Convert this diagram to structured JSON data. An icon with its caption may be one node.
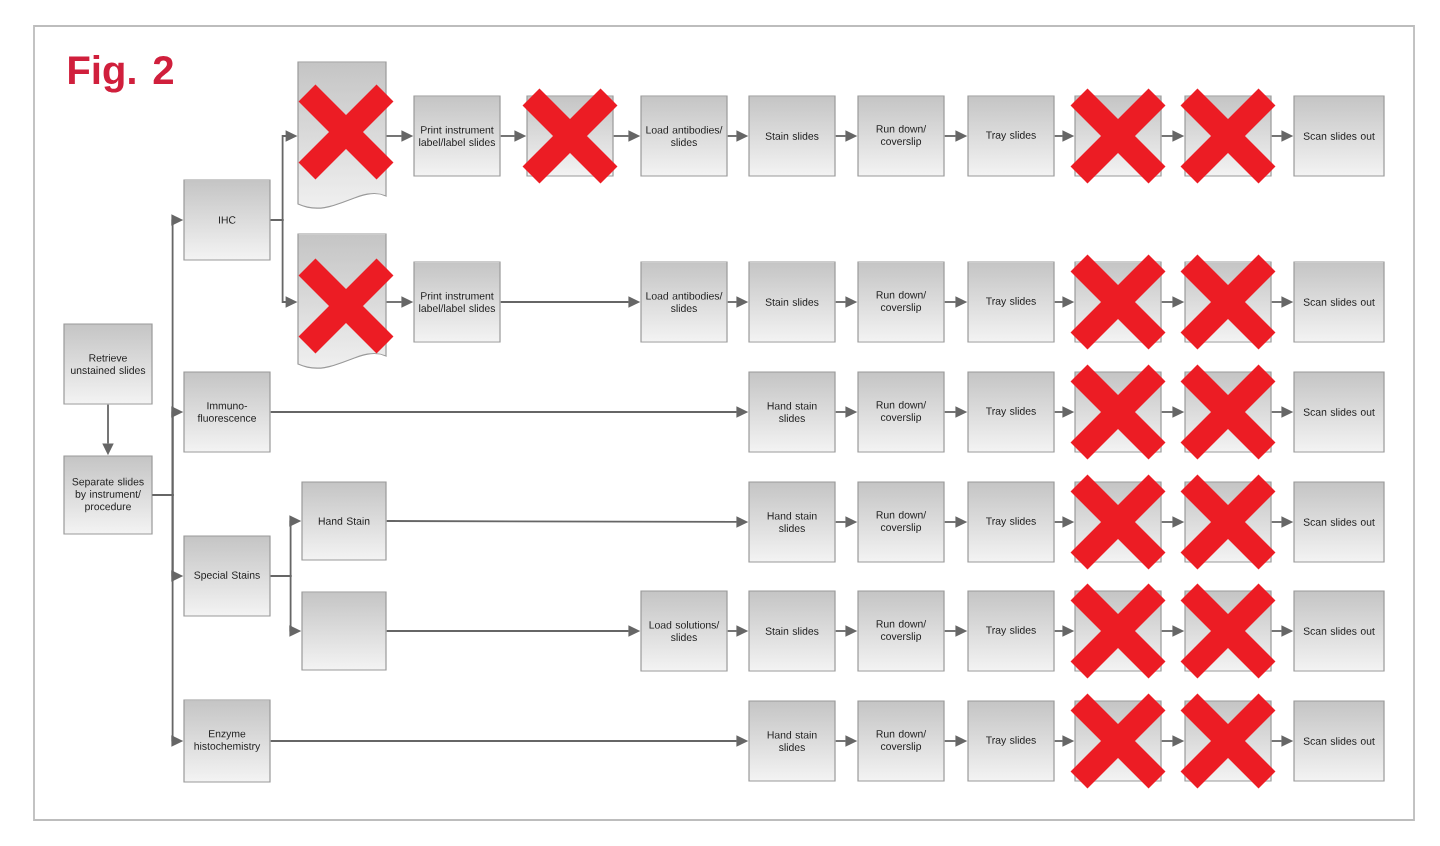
{
  "diagram": {
    "title": "Fig. 2",
    "nodes": [
      {
        "text": [
          "Retrieve unstained slides"
        ]
      },
      {
        "text": [
          "Separate slides by instrument/ procedure"
        ]
      },
      {
        "text": [
          "IHC"
        ]
      },
      {
        "text": [
          "Immuno- fluorescence"
        ]
      },
      {
        "text": [
          "Special Stains"
        ]
      },
      {
        "text": [
          "Enzyme histochemistry"
        ]
      },
      {
        "text": [
          "Hand Stain"
        ]
      },
      {
        "text": [],
        "shape": "box"
      },
      {
        "text": [],
        "shape": "document"
      },
      {
        "text": [
          "Print instrument label/label slides"
        ]
      },
      {
        "text": [],
        "shape": "box"
      },
      {
        "text": [
          "Load antibodies/ slides"
        ]
      },
      {
        "text": [
          "Stain slides"
        ]
      },
      {
        "text": [
          "Run down/ coverslip"
        ]
      },
      {
        "text": [
          "Tray slides"
        ]
      },
      {
        "text": [],
        "shape": "box"
      },
      {
        "text": [],
        "shape": "box"
      },
      {
        "text": [
          "Scan slides out"
        ]
      },
      {
        "text": [],
        "shape": "document"
      },
      {
        "text": [
          "Print instrument label/label slides"
        ]
      },
      {
        "text": [
          "Load antibodies/ slides"
        ]
      },
      {
        "text": [
          "Stain slides"
        ]
      },
      {
        "text": [
          "Run down/ coverslip"
        ]
      },
      {
        "text": [
          "Tray slides"
        ]
      },
      {
        "text": [],
        "shape": "box"
      },
      {
        "text": [],
        "shape": "box"
      },
      {
        "text": [
          "Scan slides out"
        ]
      },
      {
        "text": [
          "Hand stain slides"
        ]
      },
      {
        "text": [
          "Run down/ coverslip"
        ]
      },
      {
        "text": [
          "Tray slides"
        ]
      },
      {
        "text": [],
        "shape": "box"
      },
      {
        "text": [],
        "shape": "box"
      },
      {
        "text": [
          "Scan slides out"
        ]
      },
      {
        "text": [
          "Hand stain slides"
        ]
      },
      {
        "text": [
          "Run down/ coverslip"
        ]
      },
      {
        "text": [
          "Tray slides"
        ]
      },
      {
        "text": [],
        "shape": "box"
      },
      {
        "text": [],
        "shape": "box"
      },
      {
        "text": [
          "Scan slides out"
        ]
      },
      {
        "text": [
          "Load solutions/ slides"
        ]
      },
      {
        "text": [
          "Stain slides"
        ]
      },
      {
        "text": [
          "Run down/ coverslip"
        ]
      },
      {
        "text": [
          "Tray slides"
        ]
      },
      {
        "text": [],
        "shape": "box"
      },
      {
        "text": [],
        "shape": "box"
      },
      {
        "text": [
          "Scan slides out"
        ]
      },
      {
        "text": [
          "Hand stain slides"
        ]
      },
      {
        "text": [
          "Run down/ coverslip"
        ]
      },
      {
        "text": [
          "Tray slides"
        ]
      },
      {
        "text": [],
        "shape": "box"
      },
      {
        "text": [],
        "shape": "box"
      },
      {
        "text": [
          "Scan slides out"
        ]
      }
    ],
    "edges": [
      {
        "from": 0,
        "to": 1,
        "arrow": "to"
      },
      {
        "from": 1,
        "to": 2,
        "arrow": "to"
      },
      {
        "from": 1,
        "to": 3,
        "arrow": "to"
      },
      {
        "from": 1,
        "to": 4,
        "arrow": "to"
      },
      {
        "from": 1,
        "to": 5,
        "arrow": "to"
      },
      {
        "from": 2,
        "to": 8,
        "arrow": "to"
      },
      {
        "from": 2,
        "to": 18,
        "arrow": "to"
      },
      {
        "from": 4,
        "to": 6,
        "arrow": "to"
      },
      {
        "from": 4,
        "to": 7,
        "arrow": "to"
      },
      {
        "from": 8,
        "to": 9,
        "arrow": "to"
      },
      {
        "from": 9,
        "to": 10,
        "arrow": "to"
      },
      {
        "from": 10,
        "to": 11,
        "arrow": "to"
      },
      {
        "from": 11,
        "to": 12,
        "arrow": "to"
      },
      {
        "from": 12,
        "to": 13,
        "arrow": "to"
      },
      {
        "from": 13,
        "to": 14,
        "arrow": "to"
      },
      {
        "from": 14,
        "to": 15,
        "arrow": "to"
      },
      {
        "from": 15,
        "to": 16,
        "arrow": "to"
      },
      {
        "from": 16,
        "to": 17,
        "arrow": "to"
      },
      {
        "from": 18,
        "to": 19,
        "arrow": "to"
      },
      {
        "from": 19,
        "to": 20,
        "arrow": "to"
      },
      {
        "from": 20,
        "to": 21,
        "arrow": "to"
      },
      {
        "from": 21,
        "to": 22,
        "arrow": "to"
      },
      {
        "from": 22,
        "to": 23,
        "arrow": "to"
      },
      {
        "from": 23,
        "to": 24,
        "arrow": "to"
      },
      {
        "from": 24,
        "to": 25,
        "arrow": "to"
      },
      {
        "from": 25,
        "to": 26,
        "arrow": "to"
      },
      {
        "from": 3,
        "to": 27,
        "arrow": "to"
      },
      {
        "from": 27,
        "to": 28,
        "arrow": "to"
      },
      {
        "from": 28,
        "to": 29,
        "arrow": "to"
      },
      {
        "from": 29,
        "to": 30,
        "arrow": "to"
      },
      {
        "from": 30,
        "to": 31,
        "arrow": "to"
      },
      {
        "from": 31,
        "to": 32,
        "arrow": "to"
      },
      {
        "from": 6,
        "to": 33,
        "arrow": "to"
      },
      {
        "from": 33,
        "to": 34,
        "arrow": "to"
      },
      {
        "from": 34,
        "to": 35,
        "arrow": "to"
      },
      {
        "from": 35,
        "to": 36,
        "arrow": "to"
      },
      {
        "from": 36,
        "to": 37,
        "arrow": "to"
      },
      {
        "from": 37,
        "to": 38,
        "arrow": "to"
      },
      {
        "from": 7,
        "to": 39,
        "arrow": "to"
      },
      {
        "from": 39,
        "to": 40,
        "arrow": "to"
      },
      {
        "from": 40,
        "to": 41,
        "arrow": "to"
      },
      {
        "from": 41,
        "to": 42,
        "arrow": "to"
      },
      {
        "from": 42,
        "to": 43,
        "arrow": "to"
      },
      {
        "from": 43,
        "to": 44,
        "arrow": "to"
      },
      {
        "from": 44,
        "to": 45,
        "arrow": "to"
      },
      {
        "from": 5,
        "to": 46,
        "arrow": "to"
      },
      {
        "from": 46,
        "to": 47,
        "arrow": "to"
      },
      {
        "from": 47,
        "to": 48,
        "arrow": "to"
      },
      {
        "from": 48,
        "to": 49,
        "arrow": "to"
      },
      {
        "from": 49,
        "to": 50,
        "arrow": "to"
      },
      {
        "from": 50,
        "to": 51,
        "arrow": "to"
      }
    ]
  }
}
